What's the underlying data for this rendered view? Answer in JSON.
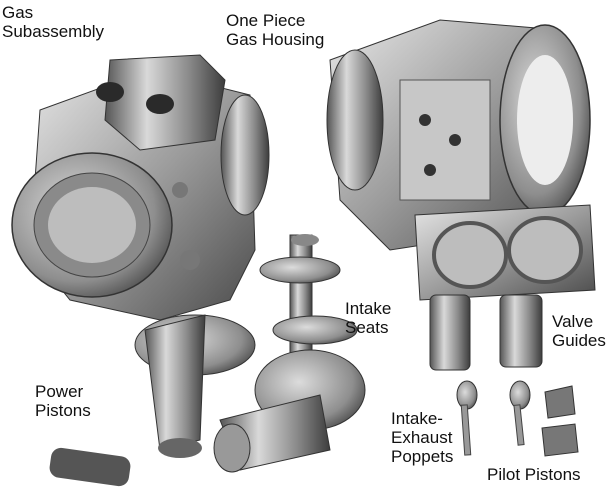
{
  "labels": {
    "gas_subassembly": "Gas\nSubassembly",
    "gas_housing": "One Piece\nGas Housing",
    "intake_seats": "Intake\nSeats",
    "valve_guides": "Valve\nGuides",
    "power_pistons": "Power\nPistons",
    "poppets": "Intake-\nExhaust\nPoppets",
    "pilot_pistons": "Pilot Pistons"
  },
  "palette": {
    "background": "#ffffff",
    "metal_light": "#d8d8d8",
    "metal_mid": "#9a9a9a",
    "metal_dark": "#3c3c3c"
  }
}
